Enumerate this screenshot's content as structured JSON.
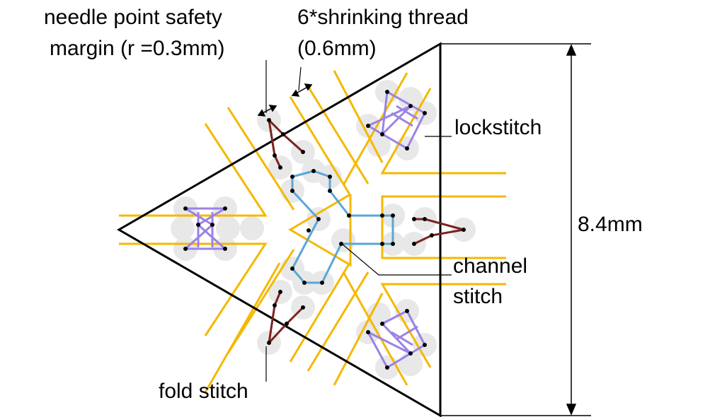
{
  "labels": {
    "needle_line1": "needle point safety",
    "needle_line2": "margin (r =0.3mm)",
    "thread_line1": "6*shrinking thread",
    "thread_line2": "(0.6mm)",
    "lockstitch": "lockstitch",
    "dimension": "8.4mm",
    "channel_line1": "channel",
    "channel_line2": "stitch",
    "fold": "fold stitch"
  },
  "colors": {
    "outline": "#000000",
    "thread": "#f5b800",
    "channel": "#5aa6d6",
    "lockstitch": "#9b82e6",
    "fold": "#7a2222",
    "margin": "#e8e8e8",
    "point": "#000000"
  }
}
